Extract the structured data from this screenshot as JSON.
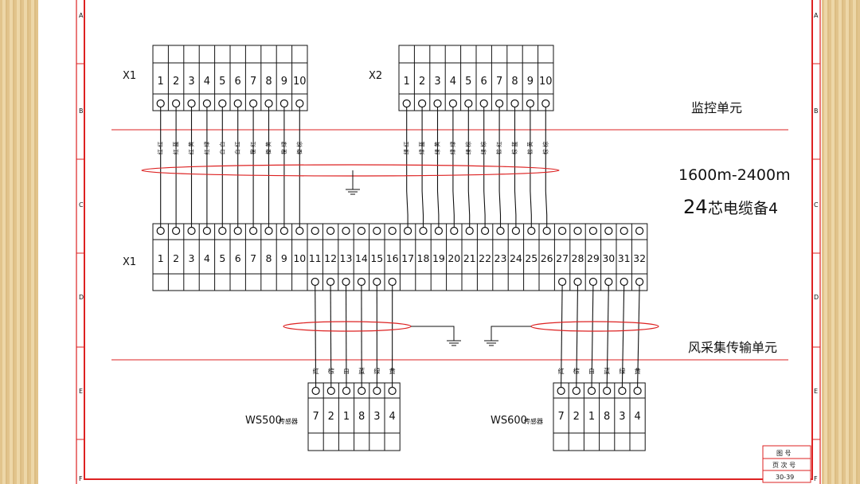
{
  "labels": {
    "x1_top": "X1",
    "x2_top": "X2",
    "x1_bottom": "X1",
    "monitor_unit": "监控单元",
    "cable_length": "1600m-2400m",
    "cable_spec_num": "24",
    "cable_spec_text": "芯电缆备4",
    "wind_unit": "风采集传输单元",
    "ws500": "WS500",
    "ws600": "WS600",
    "sensor_suffix": "传感器"
  },
  "terminals": {
    "top_numbers": [
      "1",
      "2",
      "3",
      "4",
      "5",
      "6",
      "7",
      "8",
      "9",
      "10"
    ],
    "bottom_numbers": [
      "1",
      "2",
      "3",
      "4",
      "5",
      "6",
      "7",
      "8",
      "9",
      "10",
      "11",
      "12",
      "13",
      "14",
      "15",
      "16",
      "17",
      "18",
      "19",
      "20",
      "21",
      "22",
      "23",
      "24",
      "25",
      "26",
      "27",
      "28",
      "29",
      "30",
      "31",
      "32"
    ],
    "sensor_pins": [
      "7",
      "2",
      "1",
      "8",
      "3",
      "4"
    ]
  },
  "wire_colors": [
    "红",
    "棕",
    "白",
    "蓝",
    "绿",
    "黄"
  ],
  "wire_labels_x1": [
    "红-红",
    "红-蓝",
    "红-黄",
    "红-绿",
    "白-白",
    "白-红",
    "橙-红",
    "橙-黄",
    "橙-绿",
    "橙-棕"
  ],
  "wire_labels_x2": [
    "绿-红",
    "绿-蓝",
    "绿-黄",
    "绿-绿",
    "绿-棕",
    "绿-棕",
    "棕-红",
    "棕-蓝",
    "棕-黄",
    "棕-棕"
  ],
  "side_letters": [
    "A",
    "B",
    "C",
    "D",
    "E",
    "F"
  ],
  "title_block": {
    "row1": "图 号",
    "row2": "页 次 号",
    "row3": "30-39"
  },
  "colors": {
    "border": "#d22",
    "line": "#111",
    "background": "#e8cf9c"
  }
}
